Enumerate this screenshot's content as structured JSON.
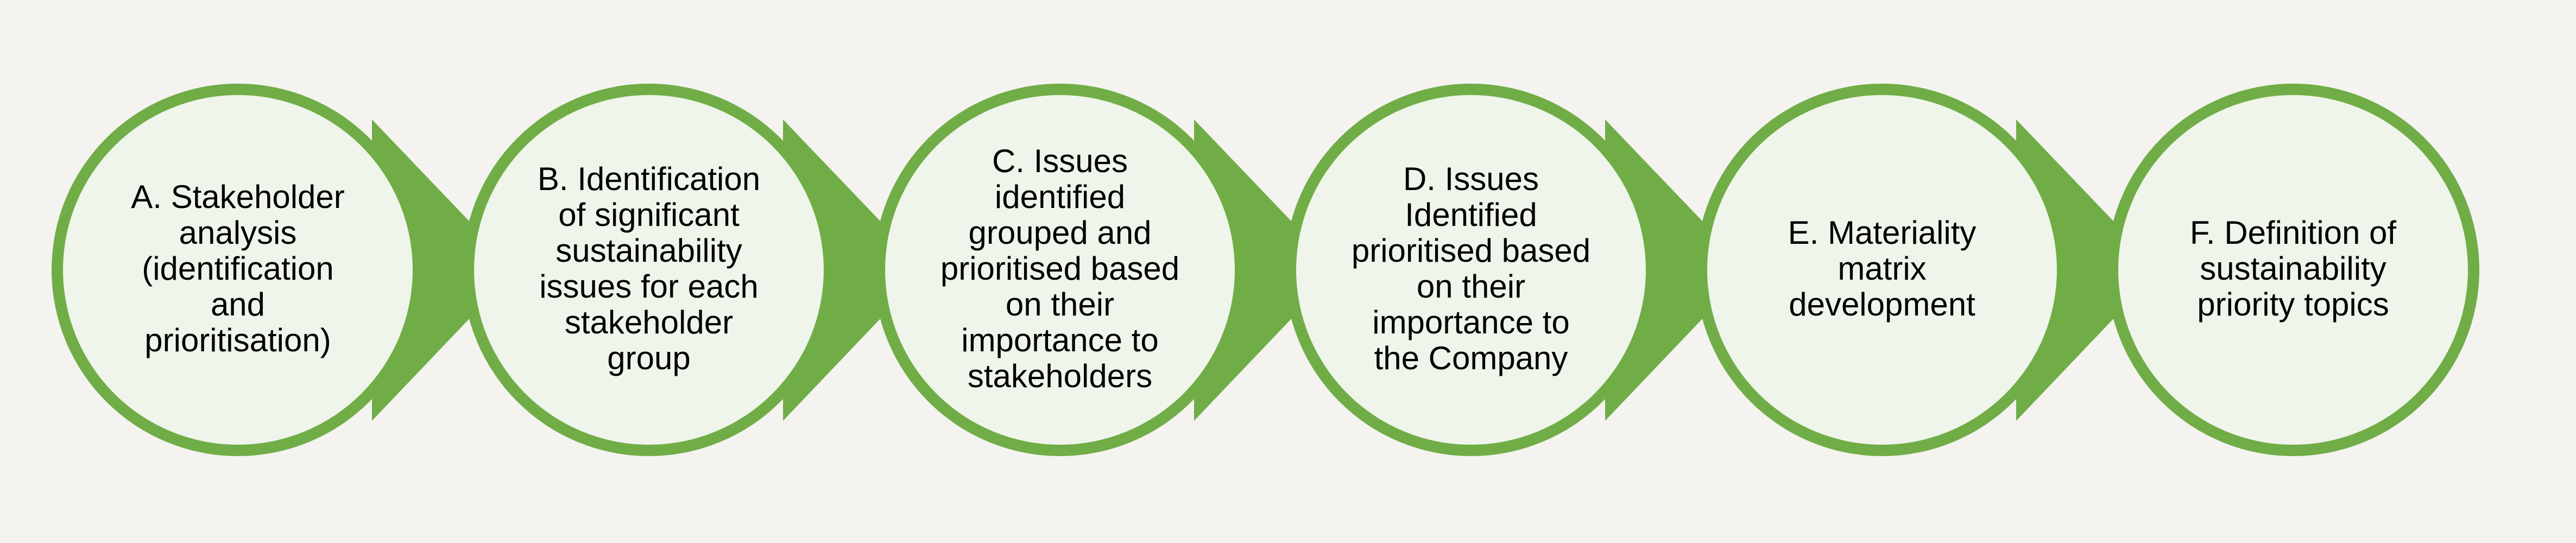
{
  "colors": {
    "background": "#f4f3f0",
    "ring": "#70ad47",
    "fill": "#eff5ea"
  },
  "steps": [
    {
      "label": "A. Stakeholder\nanalysis\n(identification\nand\nprioritisation)"
    },
    {
      "label": "B. Identification\nof significant\nsustainability\nissues for each\nstakeholder\ngroup"
    },
    {
      "label": "C. Issues\nidentified\ngrouped and\nprioritised based\non their\nimportance  to\nstakeholders"
    },
    {
      "label": "D. Issues\nIdentified\nprioritised based\non their\nimportance to\nthe Company"
    },
    {
      "label": "E. Materiality\nmatrix\ndevelopment"
    },
    {
      "label": "F. Definition of\nsustainability\npriority topics"
    }
  ]
}
